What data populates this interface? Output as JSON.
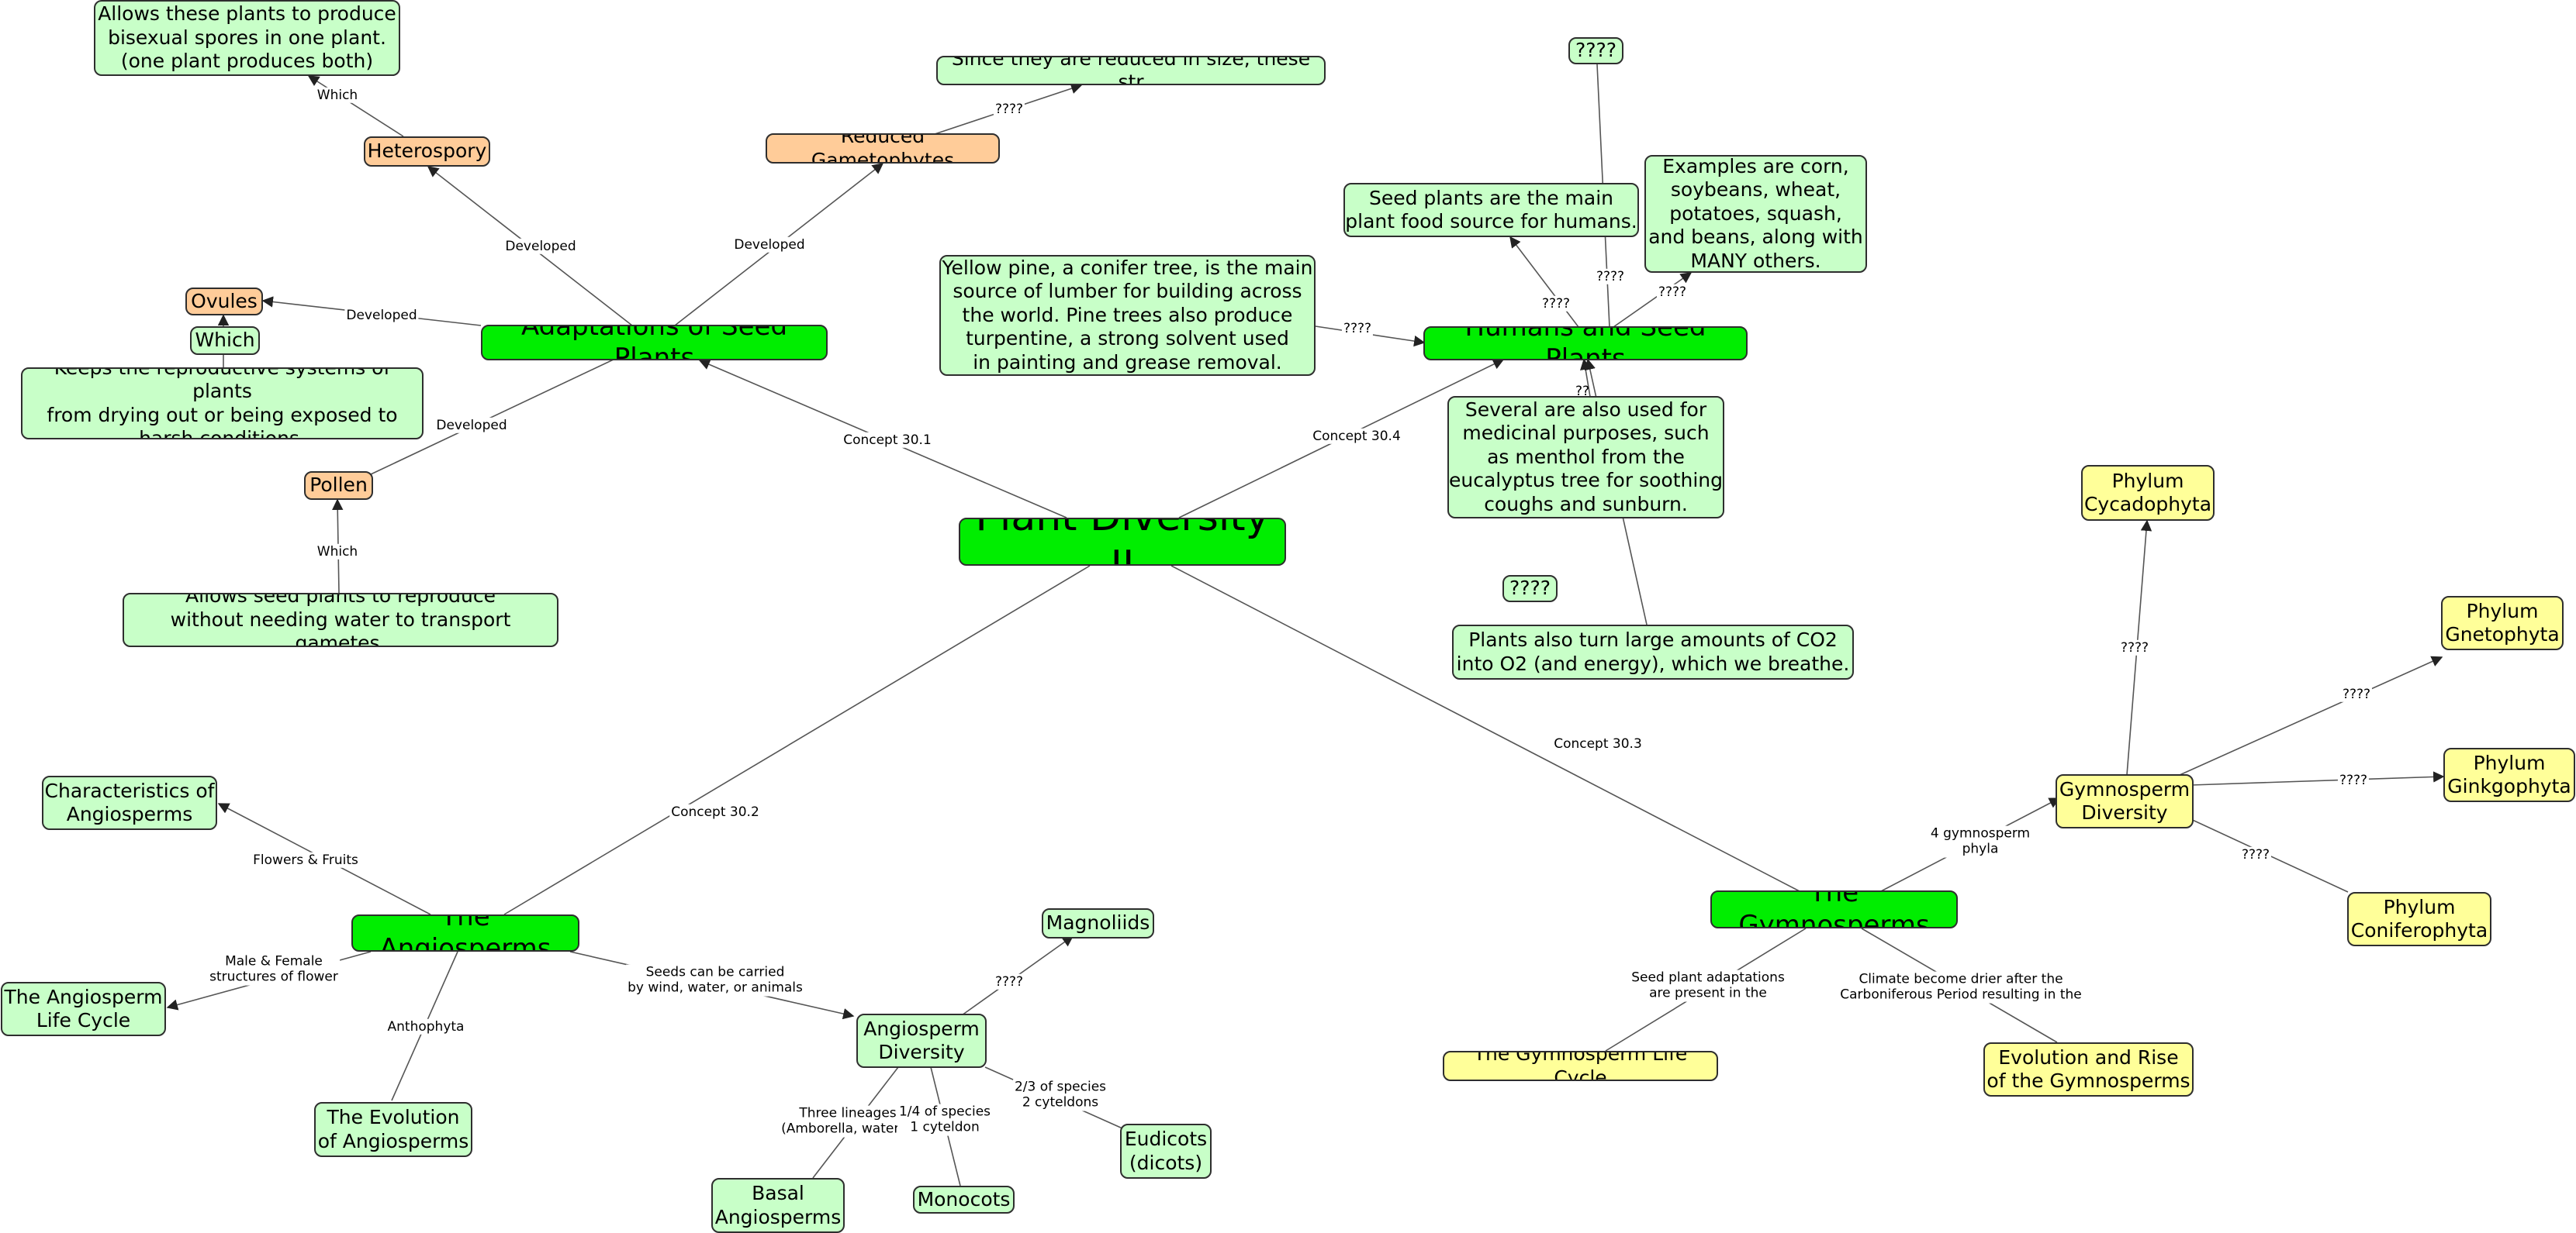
{
  "root": "Plant Diversity II",
  "nodes": {
    "adaptations": "Adaptations of Seed Plants",
    "heterospory": "Heterospory",
    "heterospory_desc": "Allows these plants to produce\nbisexual spores in one plant.\n(one plant produces both)",
    "reduced_gametophytes": "Reduced Gametophytes",
    "reduced_desc": "Since they are reduced in size, these str",
    "ovules": "Ovules",
    "which_box": "Which",
    "ovules_desc": "Keeps the reproductive systems of plants\nfrom drying out or being exposed to\nharsh conditions.",
    "pollen": "Pollen",
    "pollen_desc": "Allows seed plants to reproduce\nwithout needing water to transport gametes.",
    "humans": "Humans and Seed Plants",
    "q_top": "????",
    "food_source": "Seed plants are the main\nplant food source for humans.",
    "examples": "Examples are corn,\nsoybeans, wheat,\npotatoes, squash,\nand beans, along with\nMANY others.",
    "yellow_pine": "Yellow pine, a conifer tree, is the main\nsource of lumber for building across\nthe world. Pine trees also produce\nturpentine, a strong solvent used\nin painting and grease removal.",
    "medicinal": "Several are also used for\nmedicinal purposes, such\nas menthol from the\neucalyptus tree for soothing\ncoughs and sunburn.",
    "q_mid": "????",
    "co2": "Plants also turn large amounts of CO2\ninto O2 (and energy), which we breathe.",
    "angiosperms": "The Angiosperms",
    "characteristics": "Characteristics of\nAngiosperms",
    "life_cycle": "The Angiosperm\nLife Cycle",
    "evolution_angio": "The Evolution\nof Angiosperms",
    "angio_diversity": "Angiosperm\nDiversity",
    "magnoliids": "Magnoliids",
    "basal": "Basal\nAngiosperms",
    "monocots": "Monocots",
    "eudicots": "Eudicots\n(dicots)",
    "gymnosperms": "The Gymnosperms",
    "gymno_diversity": "Gymnosperm\nDiversity",
    "cycadophyta": "Phylum\nCycadophyta",
    "gnetophyta": "Phylum\nGnetophyta",
    "ginkgophyta": "Phylum\nGinkgophyta",
    "coniferophyta": "Phylum\nConiferophyta",
    "gymno_life_cycle": "The Gymnosperm Life Cycle",
    "evolution_gymno": "Evolution and Rise\nof the Gymnosperms"
  },
  "edge_labels": {
    "concept_301": "Concept 30.1",
    "concept_302": "Concept 30.2",
    "concept_303": "Concept 30.3",
    "concept_304": "Concept 30.4",
    "developed_hetero": "Developed",
    "developed_reduced": "Developed",
    "developed_ovules": "Developed",
    "developed_pollen": "Developed",
    "which_hetero": "Which",
    "which_pollen": "Which",
    "q_reduced": "????",
    "q_pine": "????",
    "q_food": "????",
    "q_top": "????",
    "q_examples": "????",
    "q_medicinal": "??",
    "flowers_fruits": "Flowers & Fruits",
    "male_female": "Male & Female\nstructures of flower",
    "anthophyta": "Anthophyta",
    "seeds_carried": "Seeds can be carried\nby wind, water, or animals",
    "q_magnoliids": "????",
    "three_lineages": "Three lineages\n(Amborella, water lil",
    "quarter_species": "1/4 of species\n1 cyteldon",
    "two_thirds": "2/3 of species\n2 cyteldons",
    "four_phyla": "4 gymnosperm\nphyla",
    "q_cycad": "????",
    "q_gneto": "????",
    "q_ginkgo": "????",
    "q_conifer": "????",
    "seed_adapt": "Seed plant adaptations\nare present in the",
    "climate": "Climate become drier after the\nCarboniferous Period resulting in the"
  },
  "colors": {
    "bright_green": "#00ee00",
    "pale_green": "#c8ffc8",
    "orange": "#ffcc99",
    "yellow": "#ffff99",
    "line": "#555555"
  }
}
